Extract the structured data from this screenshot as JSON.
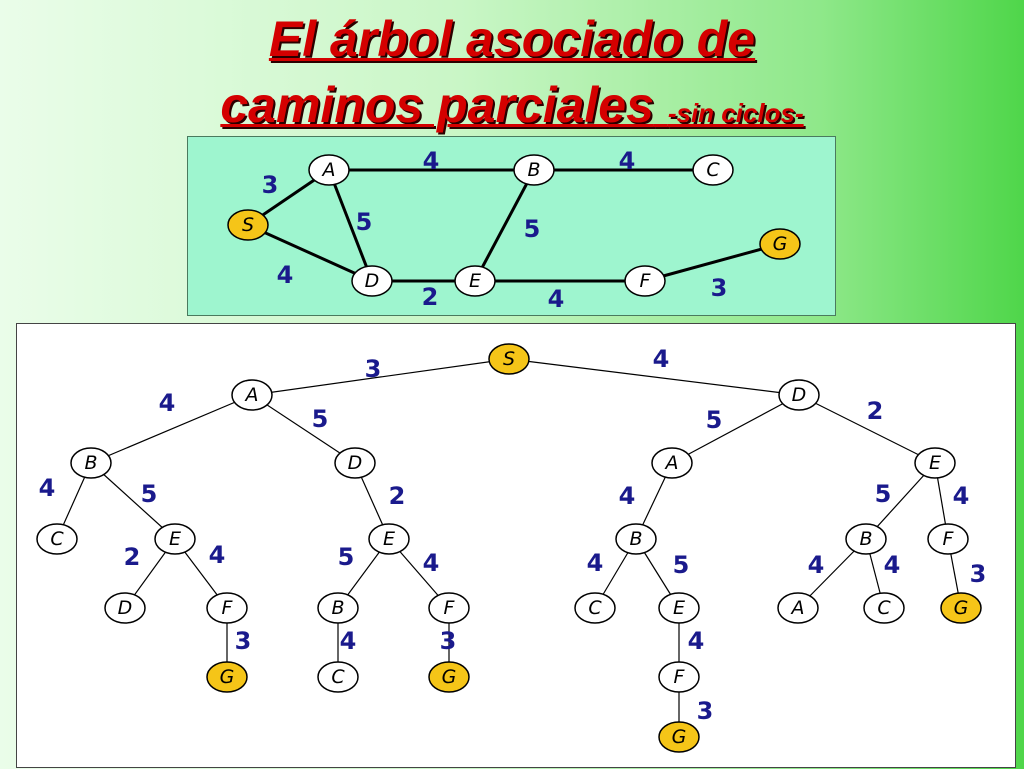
{
  "title": {
    "line1": "El árbol asociado de",
    "line2": "caminos parciales",
    "subtitle": "-sin ciclos-"
  },
  "colors": {
    "title": "#d40000",
    "goal_node": "#f5c518",
    "plain_node": "#ffffff",
    "weight_text": "#1a1a8c",
    "graph_panel": "#9ef5cf"
  },
  "graph": {
    "nodes": [
      {
        "id": "A",
        "label": "A"
      },
      {
        "id": "B",
        "label": "B"
      },
      {
        "id": "C",
        "label": "C"
      },
      {
        "id": "S",
        "label": "S",
        "highlight": true
      },
      {
        "id": "G",
        "label": "G",
        "highlight": true
      },
      {
        "id": "D",
        "label": "D"
      },
      {
        "id": "E",
        "label": "E"
      },
      {
        "id": "F",
        "label": "F"
      }
    ],
    "edges": [
      {
        "from": "S",
        "to": "A",
        "weight": "3"
      },
      {
        "from": "A",
        "to": "B",
        "weight": "4"
      },
      {
        "from": "B",
        "to": "C",
        "weight": "4"
      },
      {
        "from": "A",
        "to": "D",
        "weight": "5"
      },
      {
        "from": "B",
        "to": "E",
        "weight": "5"
      },
      {
        "from": "S",
        "to": "D",
        "weight": "4"
      },
      {
        "from": "D",
        "to": "E",
        "weight": "2"
      },
      {
        "from": "E",
        "to": "F",
        "weight": "4"
      },
      {
        "from": "F",
        "to": "G",
        "weight": "3"
      }
    ]
  },
  "tree": {
    "nodes": [
      {
        "id": "t0",
        "label": "S",
        "highlight": true
      },
      {
        "id": "t1",
        "label": "A"
      },
      {
        "id": "t2",
        "label": "D"
      },
      {
        "id": "t3",
        "label": "B"
      },
      {
        "id": "t4",
        "label": "D"
      },
      {
        "id": "t5",
        "label": "A"
      },
      {
        "id": "t6",
        "label": "E"
      },
      {
        "id": "t7",
        "label": "C"
      },
      {
        "id": "t8",
        "label": "E"
      },
      {
        "id": "t9",
        "label": "E"
      },
      {
        "id": "t10",
        "label": "B"
      },
      {
        "id": "t11",
        "label": "B"
      },
      {
        "id": "t12",
        "label": "F"
      },
      {
        "id": "t13",
        "label": "D"
      },
      {
        "id": "t14",
        "label": "F"
      },
      {
        "id": "t15",
        "label": "B"
      },
      {
        "id": "t16",
        "label": "F"
      },
      {
        "id": "t17",
        "label": "C"
      },
      {
        "id": "t18",
        "label": "E"
      },
      {
        "id": "t19",
        "label": "A"
      },
      {
        "id": "t20",
        "label": "C"
      },
      {
        "id": "t21",
        "label": "G",
        "highlight": true
      },
      {
        "id": "t22",
        "label": "G",
        "highlight": true
      },
      {
        "id": "t23",
        "label": "C"
      },
      {
        "id": "t24",
        "label": "G",
        "highlight": true
      },
      {
        "id": "t25",
        "label": "F"
      },
      {
        "id": "t26",
        "label": "G",
        "highlight": true
      }
    ],
    "edges": [
      {
        "from": "t0",
        "to": "t1",
        "weight": "3"
      },
      {
        "from": "t0",
        "to": "t2",
        "weight": "4"
      },
      {
        "from": "t1",
        "to": "t3",
        "weight": "4"
      },
      {
        "from": "t1",
        "to": "t4",
        "weight": "5"
      },
      {
        "from": "t2",
        "to": "t5",
        "weight": "5"
      },
      {
        "from": "t2",
        "to": "t6",
        "weight": "2"
      },
      {
        "from": "t3",
        "to": "t7",
        "weight": "4"
      },
      {
        "from": "t3",
        "to": "t8",
        "weight": "5"
      },
      {
        "from": "t4",
        "to": "t9",
        "weight": "2"
      },
      {
        "from": "t5",
        "to": "t10",
        "weight": "4"
      },
      {
        "from": "t6",
        "to": "t11",
        "weight": "5"
      },
      {
        "from": "t6",
        "to": "t12",
        "weight": "4"
      },
      {
        "from": "t8",
        "to": "t13",
        "weight": "2"
      },
      {
        "from": "t8",
        "to": "t14",
        "weight": "4"
      },
      {
        "from": "t9",
        "to": "t15",
        "weight": "5"
      },
      {
        "from": "t9",
        "to": "t16",
        "weight": "4"
      },
      {
        "from": "t10",
        "to": "t17",
        "weight": "4"
      },
      {
        "from": "t10",
        "to": "t18",
        "weight": "5"
      },
      {
        "from": "t11",
        "to": "t19",
        "weight": "4"
      },
      {
        "from": "t11",
        "to": "t20",
        "weight": "4"
      },
      {
        "from": "t12",
        "to": "t21",
        "weight": "3"
      },
      {
        "from": "t14",
        "to": "t22",
        "weight": "3"
      },
      {
        "from": "t15",
        "to": "t23",
        "weight": "4"
      },
      {
        "from": "t16",
        "to": "t24",
        "weight": "3"
      },
      {
        "from": "t18",
        "to": "t25",
        "weight": "4"
      },
      {
        "from": "t25",
        "to": "t26",
        "weight": "3"
      }
    ]
  }
}
